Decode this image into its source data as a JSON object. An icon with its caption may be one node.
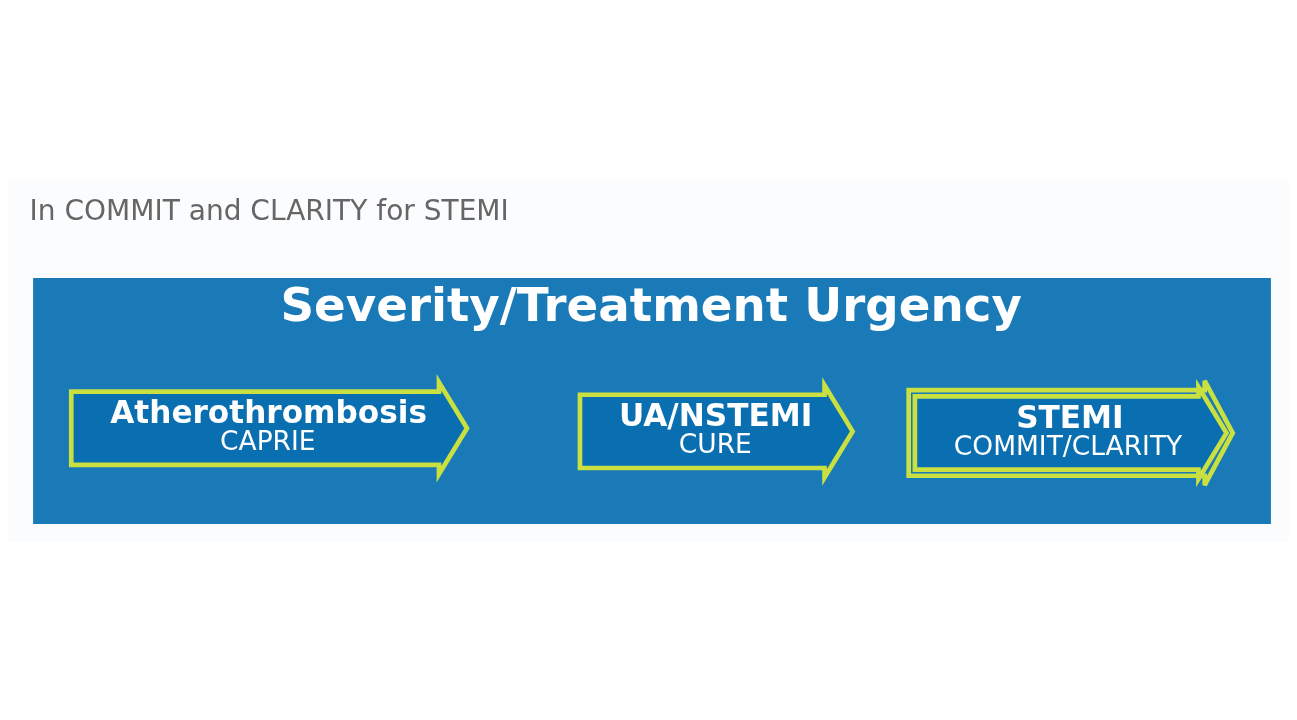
{
  "diagram": {
    "nodes": [
      {
        "text": [
          "Severity/Treatment Urgency"
        ]
      },
      {
        "text": [
          "Atherothrombosis",
          "CAPRIE"
        ],
        "in": 0
      },
      {
        "text": [
          "UA/NSTEMI",
          "CURE"
        ],
        "in": 0
      },
      {
        "text": [
          "STEMI",
          "COMMIT/CLARITY"
        ],
        "in": 0
      }
    ],
    "labels": [
      "In COMMIT and CLARITY for STEMI"
    ]
  }
}
